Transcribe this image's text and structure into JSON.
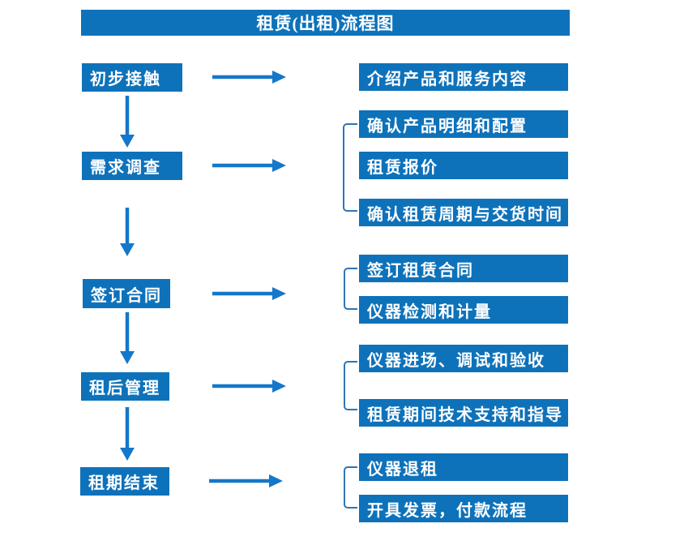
{
  "title": "租赁(出租)流程图",
  "colors": {
    "box_blue": "#0E72BA",
    "arrow_blue": "#1577C9",
    "bracket_blue": "#2E75B6",
    "text_white": "#FFFFFF",
    "background": "#FFFFFF"
  },
  "left_steps": [
    {
      "label": "初步接触"
    },
    {
      "label": "需求调查"
    },
    {
      "label": "签订合同"
    },
    {
      "label": "租后管理"
    },
    {
      "label": "租期结束"
    }
  ],
  "right_items": [
    {
      "label": "介绍产品和服务内容"
    },
    {
      "label": "确认产品明细和配置"
    },
    {
      "label": "租赁报价"
    },
    {
      "label": "确认租赁周期与交货时间"
    },
    {
      "label": "签订租赁合同"
    },
    {
      "label": "仪器检测和计量"
    },
    {
      "label": "仪器进场、调试和验收"
    },
    {
      "label": "租赁期间技术支持和指导"
    },
    {
      "label": "仪器退租"
    },
    {
      "label": "开具发票，付款流程"
    }
  ]
}
